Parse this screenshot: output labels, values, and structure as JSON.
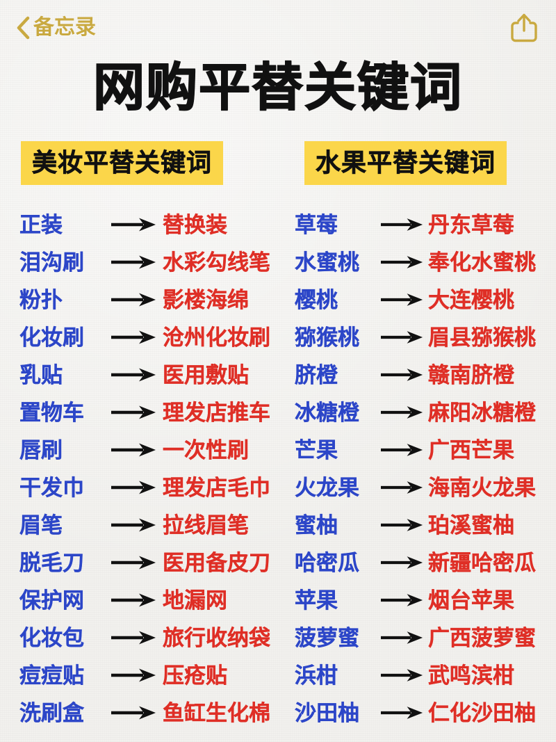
{
  "navbar": {
    "back_label": "备忘录",
    "back_icon": "chevron-left-icon",
    "share_icon": "share-icon",
    "accent_color": "#c9a940"
  },
  "title": "网购平替关键词",
  "colors": {
    "background": "#f2f1ee",
    "highlight": "#fbd64a",
    "source_text": "#2c46c8",
    "target_text": "#df2f26",
    "title_text": "#111111"
  },
  "sections": [
    {
      "header": "美妆平替关键词",
      "pairs": [
        {
          "source": "正装",
          "target": "替换装"
        },
        {
          "source": "泪沟刷",
          "target": "水彩勾线笔"
        },
        {
          "source": "粉扑",
          "target": "影楼海绵"
        },
        {
          "source": "化妆刷",
          "target": "沧州化妆刷"
        },
        {
          "source": "乳贴",
          "target": "医用敷贴"
        },
        {
          "source": "置物车",
          "target": "理发店推车"
        },
        {
          "source": "唇刷",
          "target": "一次性刷"
        },
        {
          "source": "干发巾",
          "target": "理发店毛巾"
        },
        {
          "source": "眉笔",
          "target": "拉线眉笔"
        },
        {
          "source": "脱毛刀",
          "target": "医用备皮刀"
        },
        {
          "source": "保护网",
          "target": "地漏网"
        },
        {
          "source": "化妆包",
          "target": "旅行收纳袋"
        },
        {
          "source": "痘痘贴",
          "target": "压疮贴"
        },
        {
          "source": "洗刷盒",
          "target": "鱼缸生化棉"
        }
      ]
    },
    {
      "header": "水果平替关键词",
      "pairs": [
        {
          "source": "草莓",
          "target": "丹东草莓"
        },
        {
          "source": "水蜜桃",
          "target": "奉化水蜜桃"
        },
        {
          "source": "樱桃",
          "target": "大连樱桃"
        },
        {
          "source": "猕猴桃",
          "target": "眉县猕猴桃"
        },
        {
          "source": "脐橙",
          "target": "赣南脐橙"
        },
        {
          "source": "冰糖橙",
          "target": "麻阳冰糖橙"
        },
        {
          "source": "芒果",
          "target": "广西芒果"
        },
        {
          "source": "火龙果",
          "target": "海南火龙果"
        },
        {
          "source": "蜜柚",
          "target": "珀溪蜜柚"
        },
        {
          "source": "哈密瓜",
          "target": "新疆哈密瓜"
        },
        {
          "source": "苹果",
          "target": "烟台苹果"
        },
        {
          "source": "菠萝蜜",
          "target": "广西菠萝蜜"
        },
        {
          "source": "浜柑",
          "target": "武鸣滨柑"
        },
        {
          "source": "沙田柚",
          "target": "仁化沙田柚"
        }
      ]
    }
  ]
}
